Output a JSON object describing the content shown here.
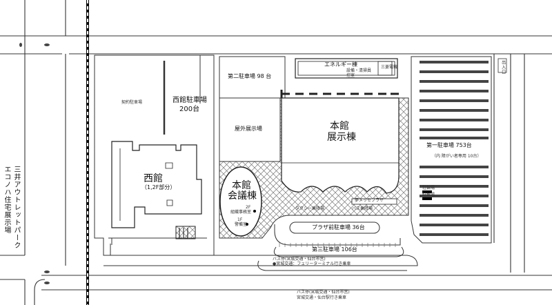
{
  "map": {
    "roads": {
      "left_vertical_1": "エコノハ住宅展示場",
      "left_vertical_2": "三井アウトレットパーク",
      "top_right_small": "出入口"
    },
    "buildings": {
      "west_hall": {
        "name": "西館",
        "sub": "（1,2F部分）"
      },
      "main_hall": {
        "name": "本館",
        "sub": "展示棟"
      },
      "conference": {
        "name": "本館",
        "sub": "会議棟",
        "floor2": "2F",
        "floor2_room": "組織事務室",
        "floor1": "1F",
        "floor1_room": "警備室"
      },
      "energy": {
        "name": "エネルギー棟",
        "sub1": "設備・清掃員",
        "sub2": "控室"
      },
      "outdoor_exhibit": "屋外展示場",
      "small_building": "三菱電機"
    },
    "parking": {
      "west_lot": {
        "name": "西館駐車場",
        "count": "200台"
      },
      "west_lot_small": "契約駐車場",
      "second": "第二駐車場 98 台",
      "first": "第一駐車場 753台",
      "first_note": "（内 障がい者専用 10台）",
      "plaza_front": "プラザ前駐車場 36台",
      "third": "第三駐車場 106台"
    },
    "plaza": {
      "messe_plaza": "夢メッセプラザ",
      "taxi": "タクシー乗降場",
      "bus": "バス乗降場",
      "bicycle_1": "駐輪場",
      "bicycle_2": "駐輪場"
    },
    "bus_stops": {
      "stop1_name": "バス停(宮城交通・仙台市営)",
      "stop1_line": "●宮城交通：フェリーターミナル行き乗車",
      "stop2_name": "バス停(宮城交通・仙台市営)",
      "stop2_line": "宮城交通・仙台駅行き乗車"
    }
  }
}
